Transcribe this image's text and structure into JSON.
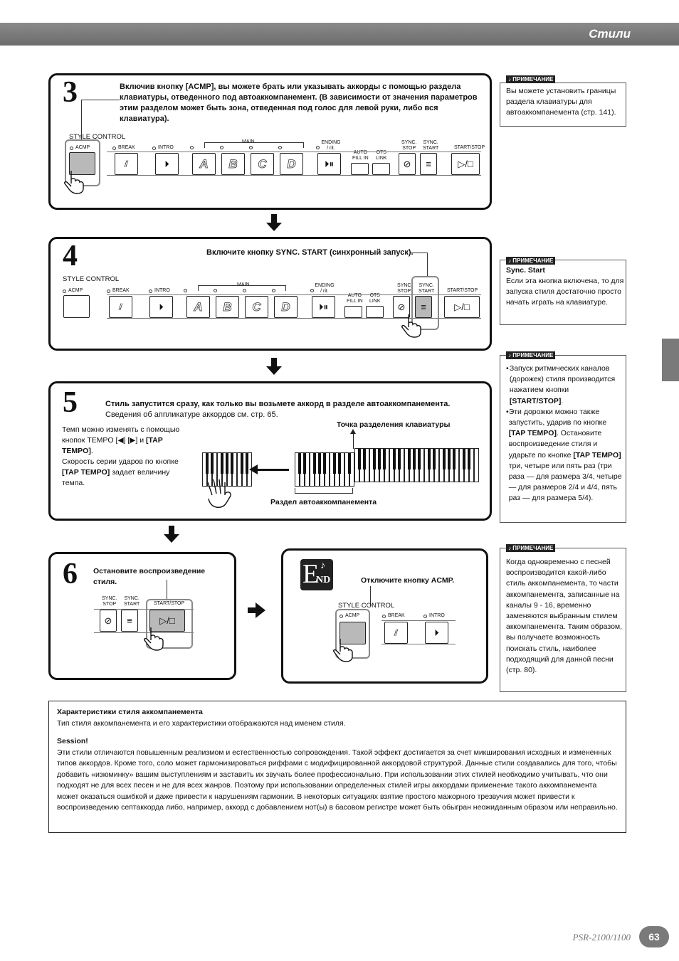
{
  "header": {
    "title": "Стили"
  },
  "step3": {
    "num": "3",
    "text": "Включив кнопку [ACMP], вы можете брать или указывать аккорды с помощью раздела клавиатуры, отведенного под автоаккомпанемент. (В зависимости от значения параметров этим разделом может быть зона, отведенная под голос для левой руки, либо вся клавиатура)."
  },
  "panel": {
    "style_control": "STYLE CONTROL",
    "acmp": "ACMP",
    "break": "BREAK",
    "intro": "INTRO",
    "main": "MAIN",
    "ending": "ENDING",
    "rit": "/ rit.",
    "auto": "AUTO",
    "fill_in": "FILL IN",
    "ots": "OTS",
    "link": "LINK",
    "sync": "SYNC.",
    "stop": "STOP",
    "start": "START",
    "start_stop": "START/STOP",
    "sections": [
      "A",
      "B",
      "C",
      "D"
    ],
    "sync_cut": "SYNC"
  },
  "step4": {
    "num": "4",
    "text": "Включите кнопку SYNC. START (синхронный запуск)."
  },
  "step5": {
    "num": "5",
    "text_bold": "Стиль запустится сразу, как только вы возьмете аккорд в разделе автоаккомпанемента.",
    "text": "Сведения об аппликатуре аккордов см. стр. 65.",
    "tempo_l1": "Темп можно изменять с помощью",
    "tempo_l2a": "кнопок TEMPO [",
    "tempo_l2b": "] [",
    "tempo_l2c": "] и ",
    "tempo_l2d": "[TAP",
    "tempo_l3": "TEMPO]",
    "tempo_l3b": ".",
    "tempo_l4": "Скорость серии ударов по кнопке",
    "tempo_l5a": "[TAP TEMPO]",
    "tempo_l5b": " задает величину",
    "tempo_l6": "темпа.",
    "split_point": "Точка разделения клавиатуры",
    "acmp_section": "Раздел автоаккомпанемента"
  },
  "step6": {
    "num": "6",
    "text": "Остановите воспроизведение стиля."
  },
  "end": {
    "logo_e": "E",
    "logo_nd": "ND",
    "text": "Отключите кнопку ACMP."
  },
  "notes": {
    "tag": "ПРИМЕЧАНИЕ",
    "n1": "Вы можете установить границы раздела клавиатуры для автоаккомпанемента (стр. 141).",
    "n2_title": "Sync. Start",
    "n2": "Если эта кнопка включена, то для запуска стиля достаточно просто начать играть на клавиатуре.",
    "n3_b1a": "Запуск ритмических каналов (дорожек) стиля производится нажатием кнопки ",
    "n3_b1b": "[START/STOP]",
    "n3_b1c": ".",
    "n3_b2a": "Эти дорожки можно также запустить, ударив по кнопке ",
    "n3_b2b": "[TAP TEMPO]",
    "n3_b2c": ". Остановите воспроизведение стиля и ударьте по кнопке ",
    "n3_b2d": "[TAP TEMPO]",
    "n3_b2e": " три, четыре или пять раз (три раза — для размера 3/4, четыре — для размеров 2/4 и 4/4, пять раз — для размера 5/4).",
    "n4": "Когда одновременно с песней воспроизводится какой-либо стиль аккомпанемента, то части аккомпанемента, записанные на каналы 9 - 16, временно заменяются выбранным стилем аккомпанемента. Таким образом, вы получаете возможность поискать стиль, наиболее подходящий для данной песни (стр. 80)."
  },
  "info": {
    "h1": "Характеристики стиля аккомпанемента",
    "p1": "Тип стиля аккомпанемента и его характеристики отображаются над именем стиля.",
    "h2": "Session!",
    "p2": "Эти стили отличаются повышенным реализмом и естественностью сопровождения. Такой эффект достигается за счет микширования исходных и измененных типов аккордов. Кроме того, соло может гармонизироваться риффами с модифицированной аккордовой структурой. Данные стили создавались для того, чтобы добавить «изюминку» вашим выступлениям и заставить их звучать более профессионально. При использовании этих стилей необходимо учитывать, что они подходят не для всех песен и не для всех жанров. Поэтому при использовании определенных стилей игры аккордами применение такого аккомпанемента может оказаться ошибкой и даже привести к нарушениям гармонии. В некоторых ситуациях взятие простого мажорного трезвучия может привести к воспроизведению септаккорда либо, например, аккорд с добавлением нот(ы) в басовом регистре может быть обыгран неожиданным образом или неправильно."
  },
  "footer": {
    "model": "PSR-2100/1100",
    "page": "63"
  }
}
